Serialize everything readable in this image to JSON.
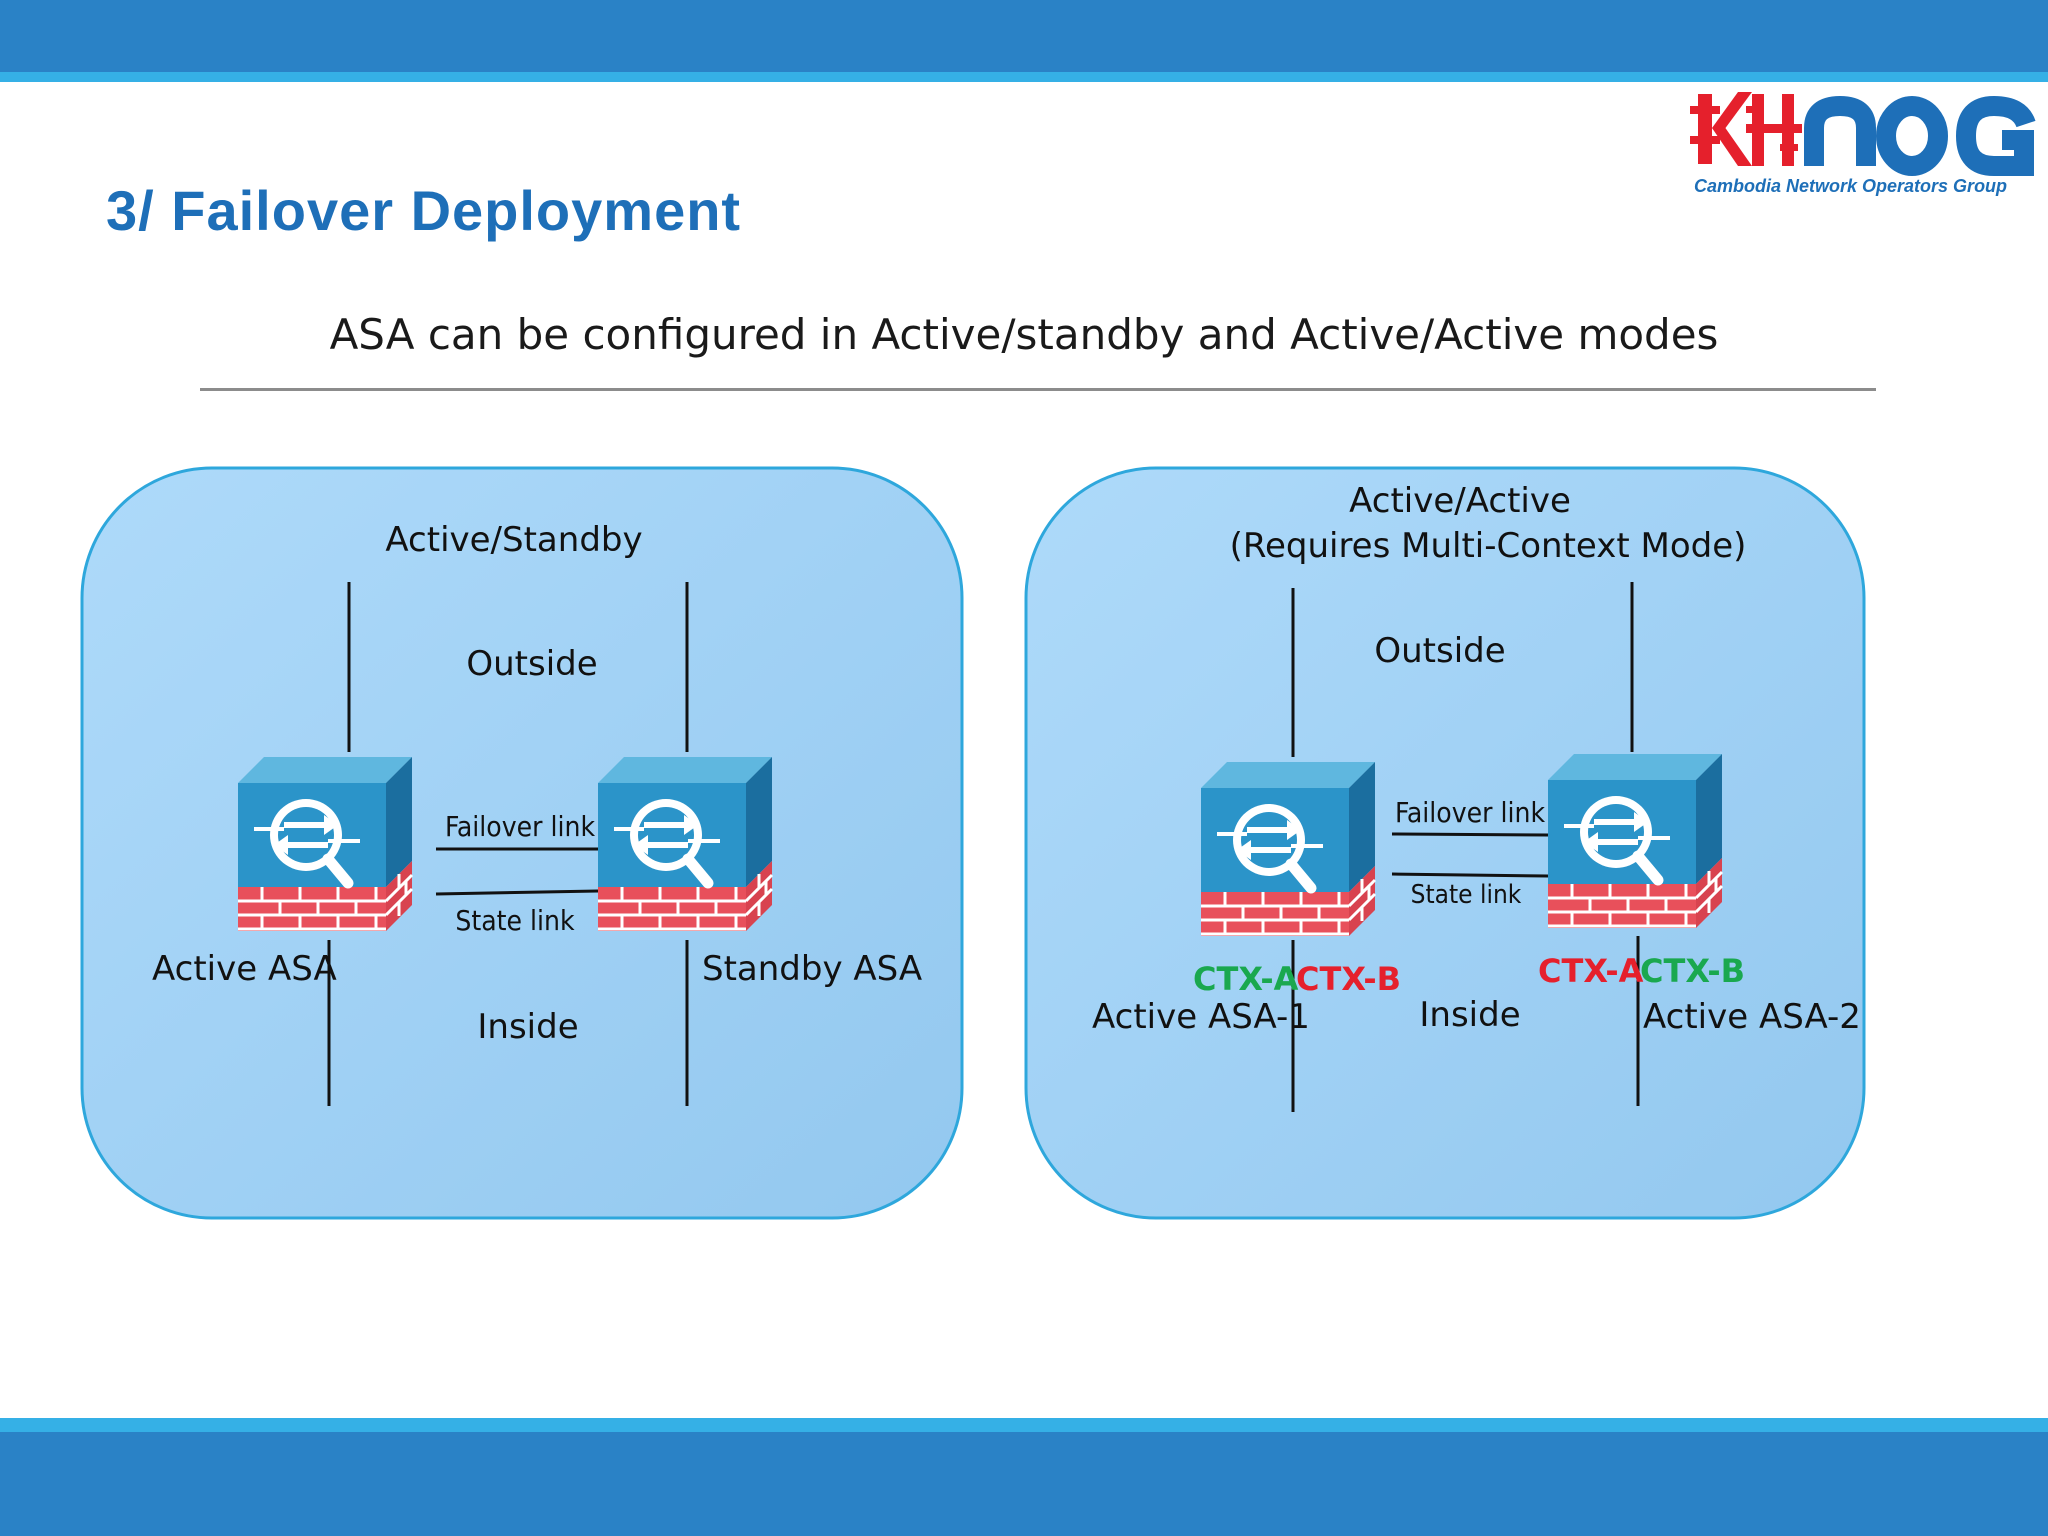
{
  "slide": {
    "title": "3/ Failover Deployment",
    "subtitle": "ASA can be configured in Active/standby and Active/Active modes"
  },
  "logo": {
    "text": "KHNOG",
    "tagline": "Cambodia Network Operators Group"
  },
  "colors": {
    "band_blue": "#2a82c6",
    "stripe_cyan": "#35b0e6",
    "title_blue": "#1e6fb8",
    "panel_fill": "#a6d4f5",
    "panel_border": "#2ea7dc",
    "firewall_body": "#2b94c9",
    "brick_red": "#e8505b",
    "ctx_green": "#1aa84f",
    "ctx_red": "#e5202c"
  },
  "left_panel": {
    "title": "Active/Standby",
    "outside_label": "Outside",
    "inside_label": "Inside",
    "failover_link_label": "Failover link",
    "state_link_label": "State link",
    "device_1_label": "Active ASA",
    "device_2_label": "Standby ASA",
    "device_icon": "asa-firewall-icon"
  },
  "right_panel": {
    "title_line1": "Active/Active",
    "title_line2": "(Requires Multi-Context Mode)",
    "outside_label": "Outside",
    "inside_label": "Inside",
    "failover_link_label": "Failover link",
    "state_link_label": "State link",
    "device_1_label": "Active ASA-1",
    "device_2_label": "Active ASA-2",
    "device_1_contexts": [
      "CTX-A",
      "CTX-B"
    ],
    "device_2_contexts": [
      "CTX-A",
      "CTX-B"
    ],
    "device_icon": "asa-firewall-icon"
  }
}
